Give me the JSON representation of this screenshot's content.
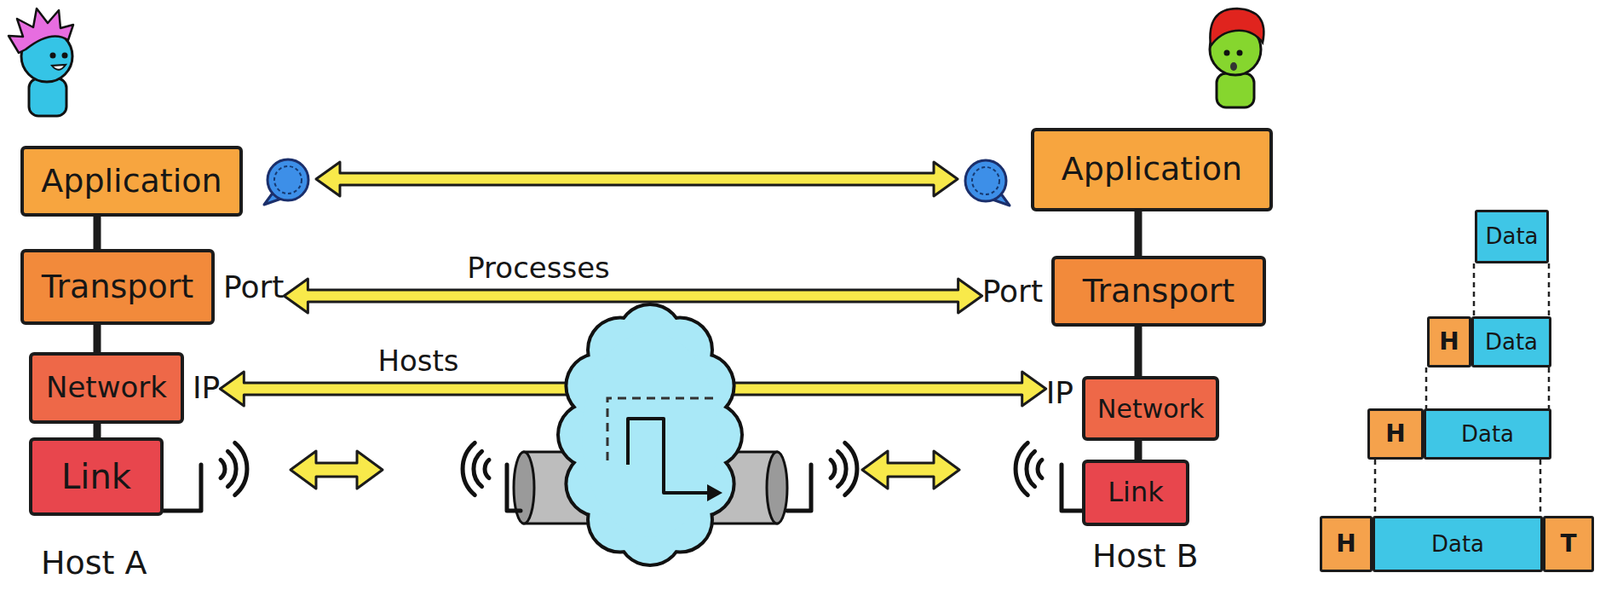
{
  "diagram": {
    "nodes": [
      {
        "text": [
          "Application"
        ]
      },
      {
        "text": [
          "Transport",
          "Port"
        ]
      },
      {
        "text": [
          "Network",
          "IP"
        ]
      },
      {
        "text": [
          "Link"
        ]
      },
      {
        "text": [
          "Application"
        ]
      },
      {
        "text": [
          "Transport",
          "Port"
        ]
      },
      {
        "text": [
          "Network",
          "IP"
        ]
      },
      {
        "text": [
          "Link"
        ]
      },
      {
        "text": [
          "Data"
        ]
      },
      {
        "text": [
          "H"
        ]
      },
      {
        "text": [
          "Data"
        ]
      },
      {
        "text": [
          "H"
        ]
      },
      {
        "text": [
          "Data"
        ]
      },
      {
        "text": [
          "H"
        ]
      },
      {
        "text": [
          "Data"
        ]
      },
      {
        "text": [
          "T"
        ]
      }
    ],
    "edges": [
      {
        "from": 0,
        "to": 4,
        "arrow": "both"
      },
      {
        "from": 1,
        "to": 5,
        "label": "Processes",
        "arrow": "both"
      },
      {
        "from": 2,
        "to": 6,
        "label": "Hosts",
        "arrow": "both"
      },
      {
        "from": 0,
        "to": 1,
        "arrow": "none"
      },
      {
        "from": 1,
        "to": 2,
        "arrow": "none"
      },
      {
        "from": 2,
        "to": 3,
        "arrow": "none"
      },
      {
        "from": 4,
        "to": 5,
        "arrow": "none"
      },
      {
        "from": 5,
        "to": 6,
        "arrow": "none"
      },
      {
        "from": 6,
        "to": 7,
        "arrow": "none"
      },
      {
        "from": 8,
        "to": 10,
        "arrow": "none"
      },
      {
        "from": 10,
        "to": 12,
        "arrow": "none"
      },
      {
        "from": 12,
        "to": 14,
        "arrow": "none"
      }
    ],
    "labels": [
      "Host A",
      "Host B"
    ]
  }
}
